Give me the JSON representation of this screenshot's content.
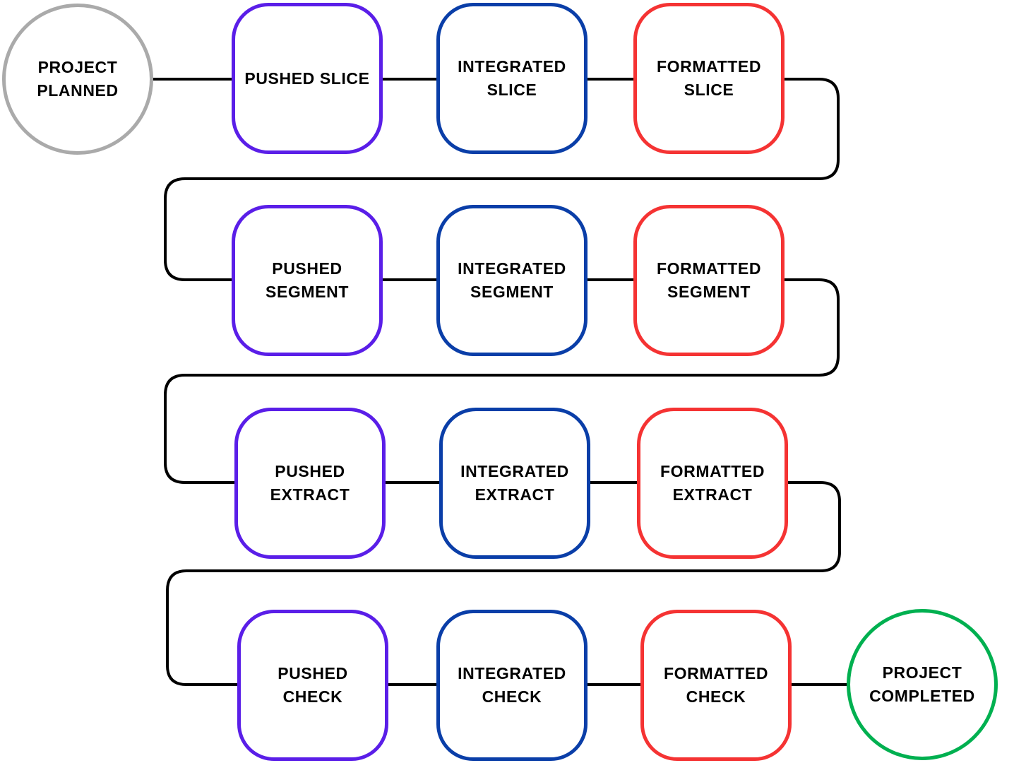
{
  "colors": {
    "start": "#aaaaaa",
    "pushed": "#5a1ee8",
    "integrated": "#0a3ea8",
    "formatted": "#f53333",
    "end": "#00b050",
    "line": "#000000"
  },
  "start": {
    "label": "PROJECT\nPLANNED"
  },
  "end": {
    "label": "PROJECT\nCOMPLETED"
  },
  "rows": [
    {
      "pushed": "PUSHED SLICE",
      "integrated": "INTEGRATED\nSLICE",
      "formatted": "FORMATTED\nSLICE"
    },
    {
      "pushed": "PUSHED\nSEGMENT",
      "integrated": "INTEGRATED\nSEGMENT",
      "formatted": "FORMATTED\nSEGMENT"
    },
    {
      "pushed": "PUSHED\nEXTRACT",
      "integrated": "INTEGRATED\nEXTRACT",
      "formatted": "FORMATTED\nEXTRACT"
    },
    {
      "pushed": "PUSHED\nCHECK",
      "integrated": "INTEGRATED\nCHECK",
      "formatted": "FORMATTED\nCHECK"
    }
  ]
}
